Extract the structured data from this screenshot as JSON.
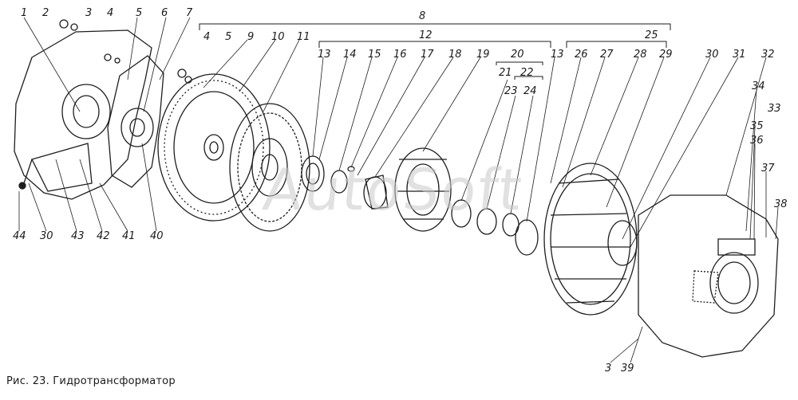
{
  "caption": "Рис. 23. Гидротрансформатор",
  "watermark": "AutoSoft",
  "callouts": [
    "1",
    "2",
    "3",
    "4",
    "5",
    "6",
    "7",
    "8",
    "9",
    "10",
    "11",
    "12",
    "13",
    "14",
    "15",
    "16",
    "17",
    "18",
    "19",
    "20",
    "21",
    "22",
    "23",
    "24",
    "13",
    "25",
    "26",
    "27",
    "28",
    "29",
    "30",
    "31",
    "32",
    "34",
    "33",
    "35",
    "36",
    "37",
    "38",
    "44",
    "30",
    "43",
    "42",
    "41",
    "40",
    "3",
    "39",
    "4",
    "5"
  ]
}
